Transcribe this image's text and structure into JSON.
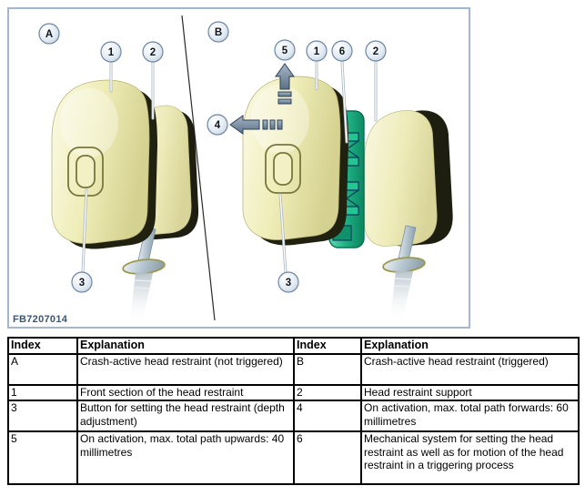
{
  "figure": {
    "ref_label": "FB7207014",
    "panel_a_label": "A",
    "panel_b_label": "B",
    "callout_1": "1",
    "callout_2": "2",
    "callout_3": "3",
    "callout_4": "4",
    "callout_5": "5",
    "callout_6": "6"
  },
  "table": {
    "headers": [
      "Index",
      "Explanation",
      "Index",
      "Explanation"
    ],
    "rows": [
      [
        "A",
        "Crash-active head restraint (not triggered)",
        "B",
        "Crash-active head restraint (triggered)"
      ],
      [
        "1",
        "Front section of the head restraint",
        "2",
        "Head restraint support"
      ],
      [
        "3",
        "Button for setting the head restraint (depth adjustment)",
        "4",
        "On activation, max. total path forwards: 60 millimetres"
      ],
      [
        "5",
        "On activation, max. total path upwards: 40 millimetres",
        "6",
        "Mechanical system for setting the head restraint as well as for motion of the head restraint in a triggering process"
      ]
    ]
  },
  "colors": {
    "figure_border": "#a4b7cf",
    "cushion": "#eeecb4",
    "cushion_shadow": "#21210f",
    "mechanism_green": "#1fb284",
    "arrow_gray_blue": "#72869c",
    "reference_label_blue": "#3c5672",
    "table_border": "#000000"
  }
}
